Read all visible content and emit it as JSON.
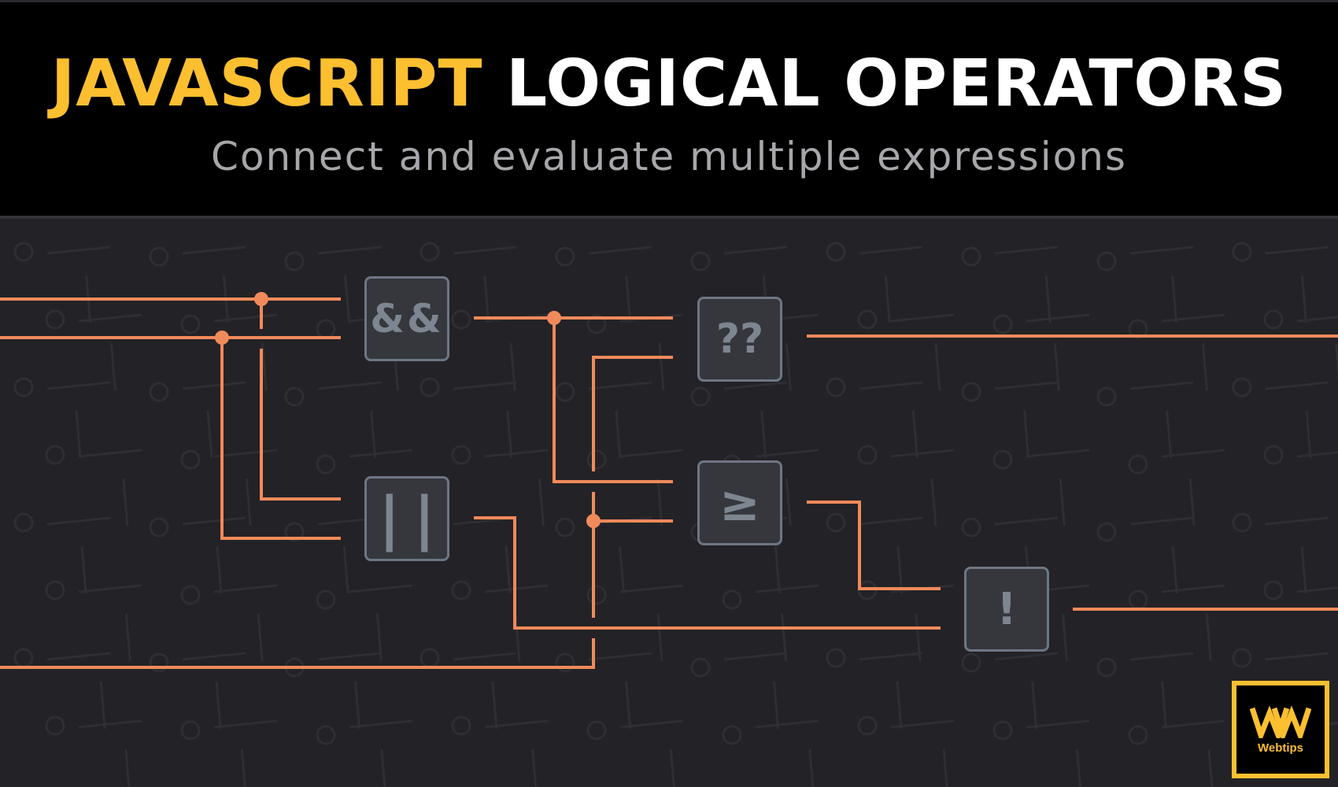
{
  "header": {
    "title_highlight": "JAVASCRIPT",
    "title_rest": "LOGICAL OPERATORS",
    "subtitle": "Connect and evaluate multiple expressions"
  },
  "nodes": {
    "and": "&&",
    "or": "||",
    "nullish": "??",
    "gte": "≥",
    "not": "!"
  },
  "logo": {
    "name": "Webtips"
  },
  "colors": {
    "accent": "#fcbf30",
    "wire": "#f08a5a",
    "node_bg": "#35373d",
    "node_border": "#6d7684",
    "background": "#232226"
  }
}
